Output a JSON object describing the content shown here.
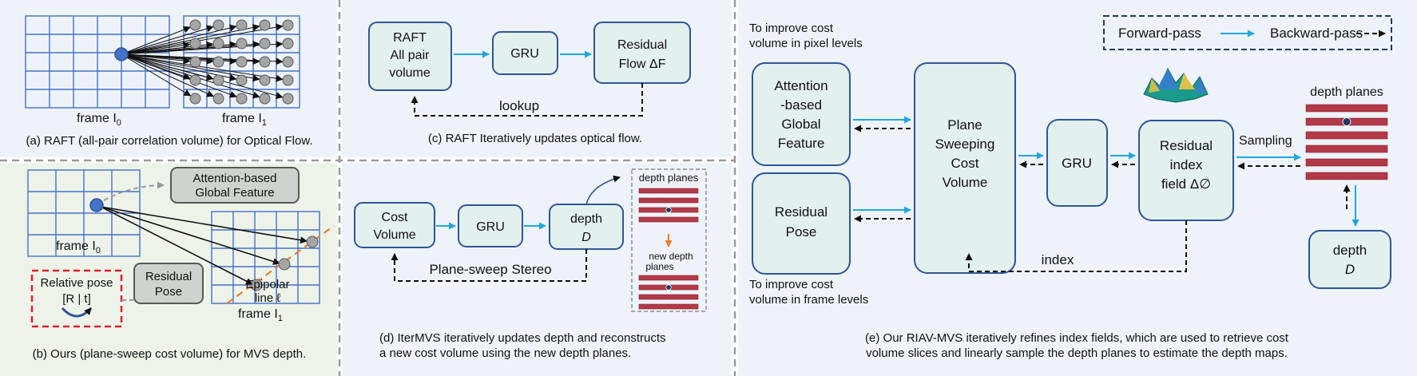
{
  "panel_a": {
    "frame0": "frame I",
    "frame0_sub": "0",
    "frame1": "frame I",
    "frame1_sub": "1",
    "caption": "(a) RAFT (all-pair correlation volume) for Optical Flow."
  },
  "panel_b": {
    "global_feature_line1": "Attention-based",
    "global_feature_line2": "Global Feature",
    "frame0": "frame I",
    "frame0_sub": "0",
    "frame1": "frame I",
    "frame1_sub": "1",
    "relative_pose": "Relative pose",
    "pose_matrix": "[R | t]",
    "residual_line1": "Residual",
    "residual_line2": "Pose",
    "epipolar_line1": "Epipolar",
    "epipolar_line2": "line ℓ",
    "caption": "(b) Ours (plane-sweep cost volume) for MVS depth."
  },
  "panel_c": {
    "raft_line1": "RAFT",
    "raft_line2": "All pair",
    "raft_line3": "volume",
    "gru": "GRU",
    "residual_line1": "Residual",
    "residual_line2": "Flow ΔF",
    "lookup": "lookup",
    "caption": "(c) RAFT Iteratively updates optical flow."
  },
  "panel_d": {
    "cost_line1": "Cost",
    "cost_line2": "Volume",
    "gru": "GRU",
    "depth_line1": "depth",
    "depth_line2": "D",
    "plane_sweep": "Plane-sweep Stereo",
    "depth_planes": "depth planes",
    "new_depth_line1": "new depth",
    "new_depth_line2": "planes",
    "caption_line1": "(d) IterMVS iteratively updates depth and reconstructs",
    "caption_line2": "a new cost volume using the new depth planes."
  },
  "panel_e": {
    "improve_pixel_line1": "To improve cost",
    "improve_pixel_line2": "volume in pixel levels",
    "attention_line1": "Attention",
    "attention_line2": "-based",
    "attention_line3": "Global",
    "attention_line4": "Feature",
    "residual_pose_line1": "Residual",
    "residual_pose_line2": "Pose",
    "improve_frame_line1": "To improve cost",
    "improve_frame_line2": "volume in frame levels",
    "plane_line1": "Plane",
    "plane_line2": "Sweeping",
    "plane_line3": "Cost",
    "plane_line4": "Volume",
    "gru": "GRU",
    "residual_index_line1": "Residual",
    "residual_index_line2": "index",
    "residual_index_line3": "field Δ∅",
    "sampling": "Sampling",
    "depth_planes": "depth planes",
    "depth_line1": "depth",
    "depth_line2": "D",
    "index": "index",
    "legend_forward": "Forward-pass",
    "legend_backward": "Backward-pass",
    "caption_line1": "(e) Our RIAV-MVS iteratively refines index fields, which are used to retrieve cost",
    "caption_line2": "volume slices and linearly sample the depth planes to estimate the depth maps."
  },
  "colors": {
    "box_fill": "#e2f0ee",
    "box_stroke": "#2f5597",
    "forward_arrow": "#1fa8e0",
    "plane_red": "#b23a48",
    "panel_bg_blue": "#eef3f9",
    "panel_bg_green": "#eef3ea"
  }
}
